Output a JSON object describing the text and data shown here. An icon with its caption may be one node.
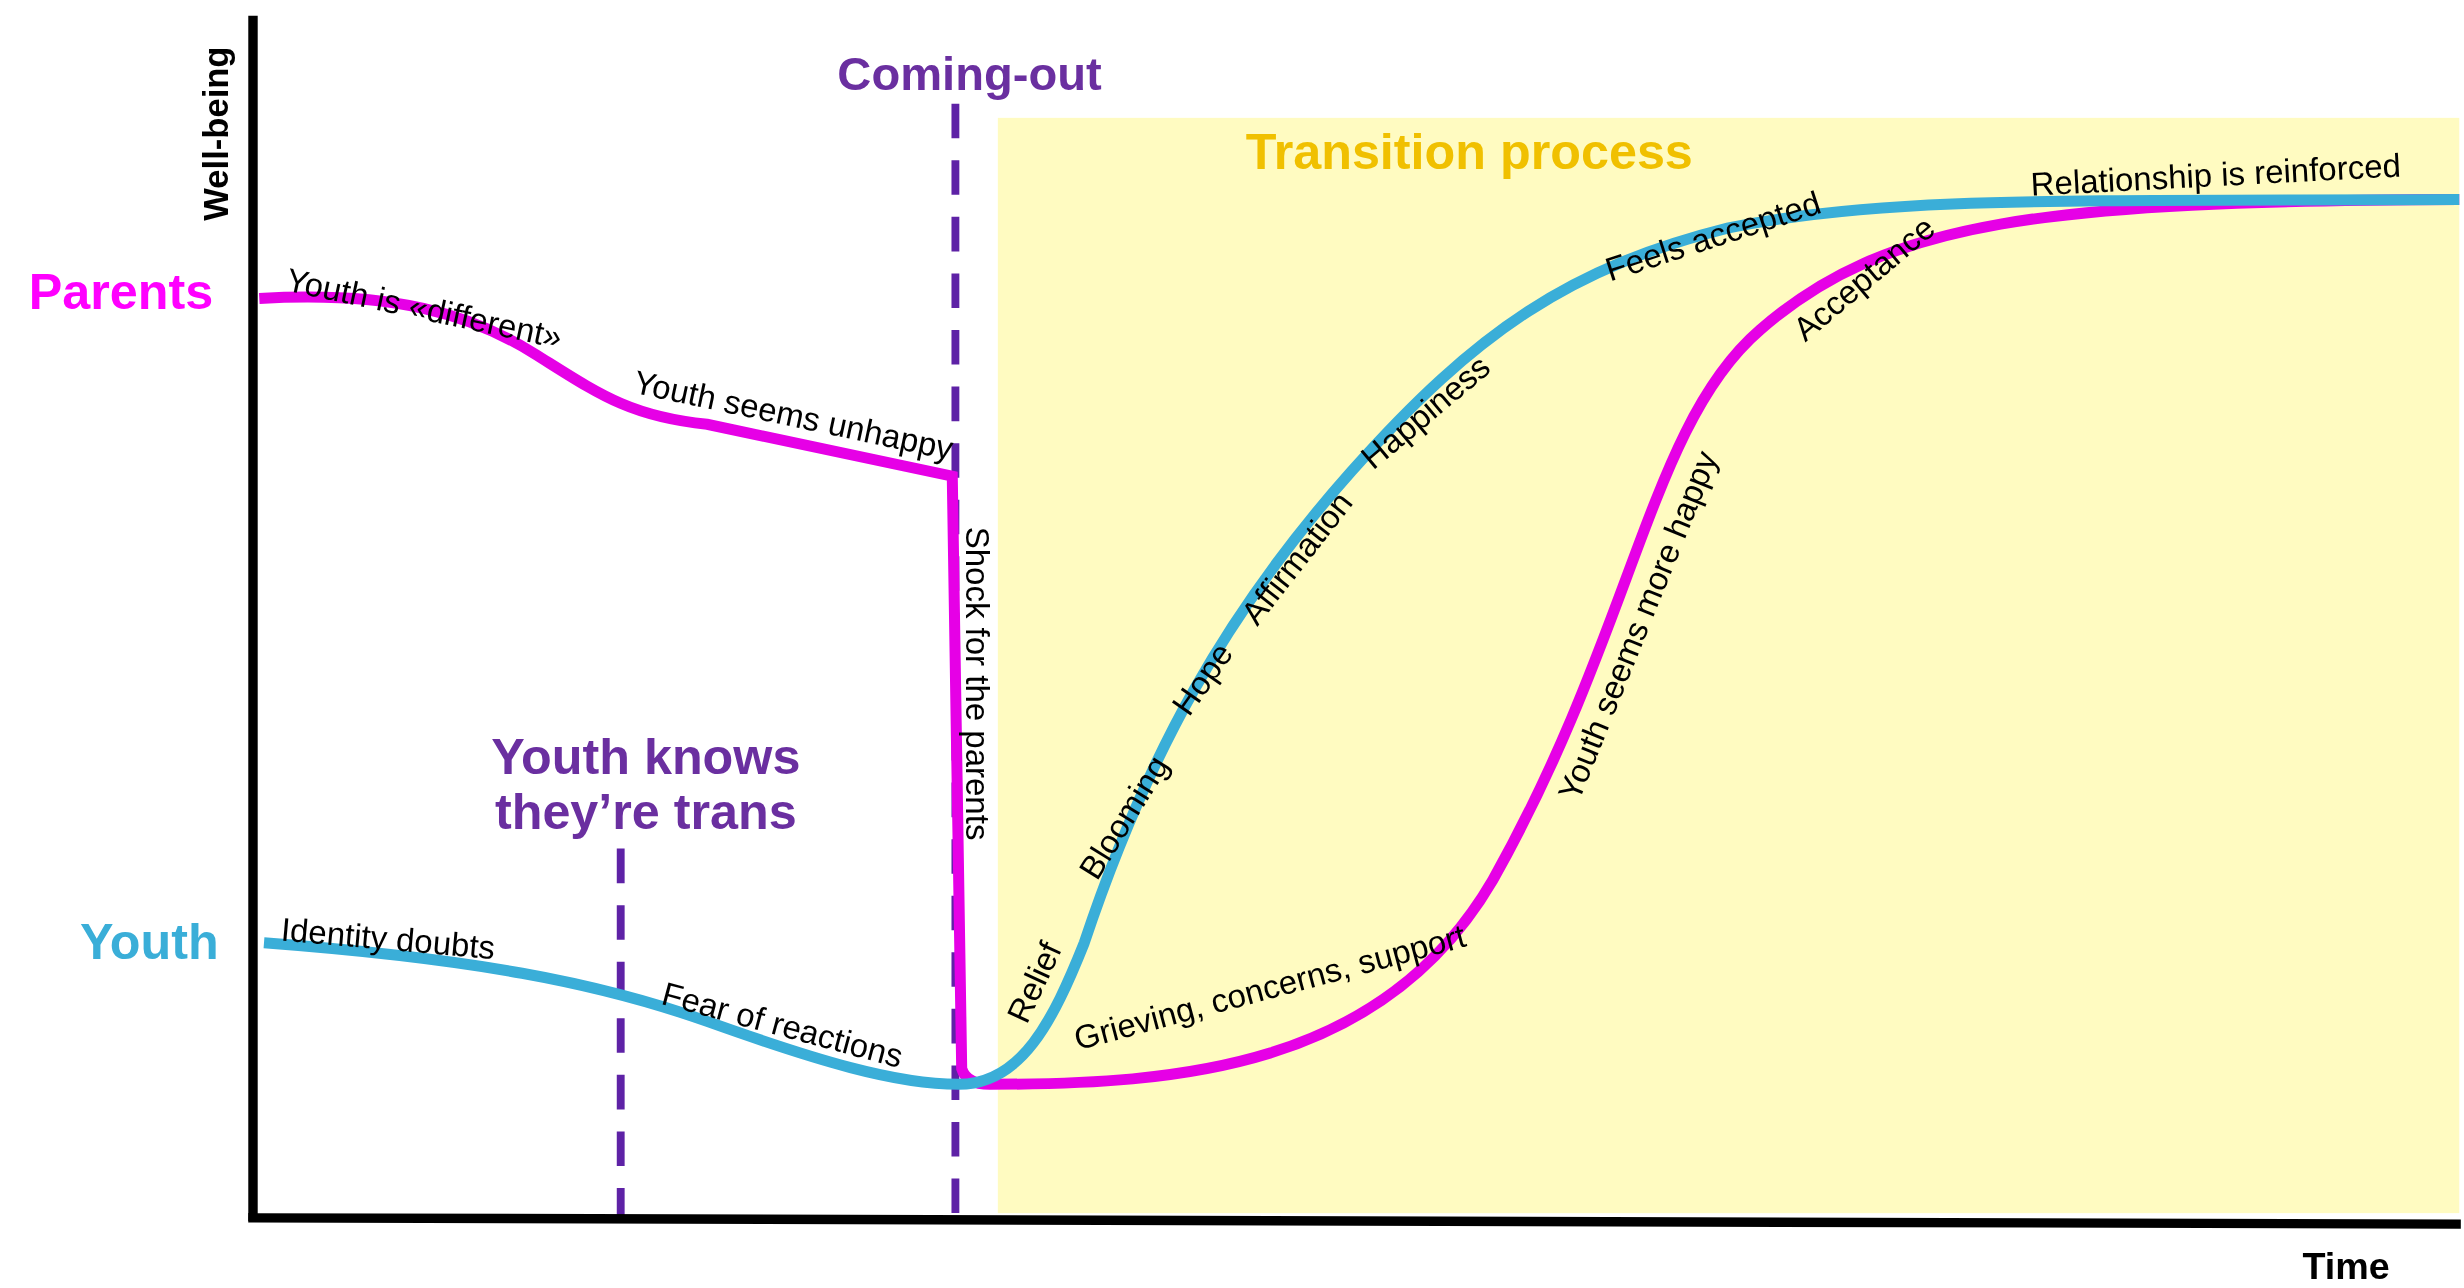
{
  "diagram": {
    "labels": [
      "Well-being",
      "Coming-out",
      "Transition process",
      "Parents",
      "Youth is «different»",
      "Youth seems unhappy",
      "Relationship is reinforced",
      "Feels accepted",
      "Acceptance",
      "Happiness",
      "Affirmation",
      "Hope",
      "Blooming",
      "Relief",
      "Shock for the parents",
      "Youth seems more happy",
      "Youth knows they’re trans",
      "Youth",
      "Identity doubts",
      "Fear of reactions",
      "Grieving, concerns, support",
      "Time"
    ]
  }
}
